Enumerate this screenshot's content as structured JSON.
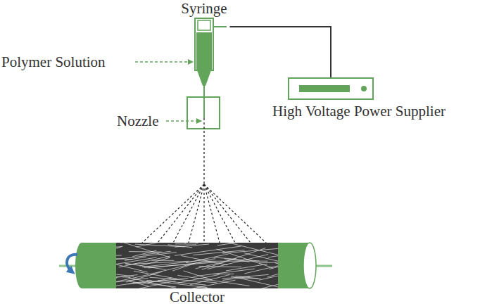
{
  "diagram": {
    "nodes": [
      {
        "text": [
          "Syringe"
        ]
      },
      {
        "text": [
          "High Voltage Power Supplier"
        ]
      },
      {
        "text": [
          "Collector"
        ]
      }
    ],
    "edges": [
      {
        "from": 0,
        "to": 1,
        "arrow": "none"
      }
    ],
    "labels": [
      "Polymer Solution",
      "Nozzle"
    ]
  }
}
